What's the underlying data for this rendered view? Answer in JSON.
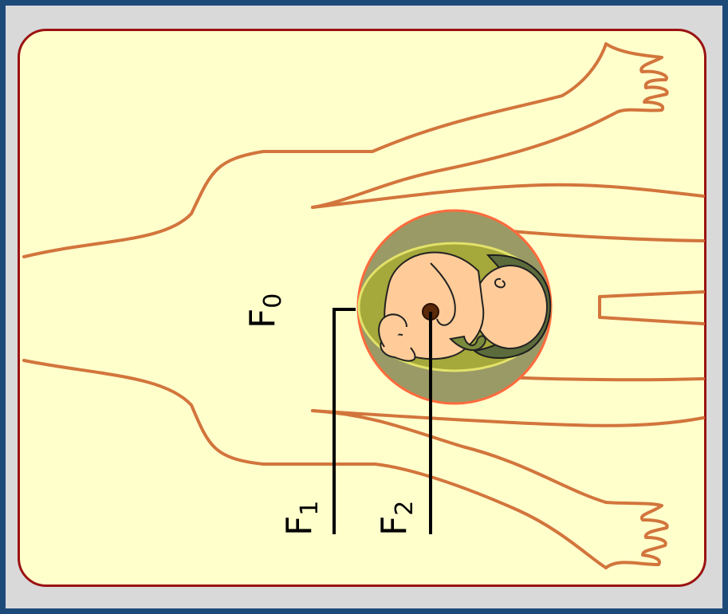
{
  "labels": {
    "f0": {
      "base": "F",
      "sub": "0"
    },
    "f1": {
      "base": "F",
      "sub": "1"
    },
    "f2": {
      "base": "F",
      "sub": "2"
    }
  },
  "colors": {
    "outer_border": "#1e4a7a",
    "panel_border": "#9b1212",
    "panel_fill": "#ffffcc",
    "body_outline": "#d2753c",
    "womb_fill": "#9a9a66",
    "sac_fill": "#a5a83a",
    "fetus_fill": "#ffcc99",
    "placenta_fill": "#5b6b3c"
  }
}
